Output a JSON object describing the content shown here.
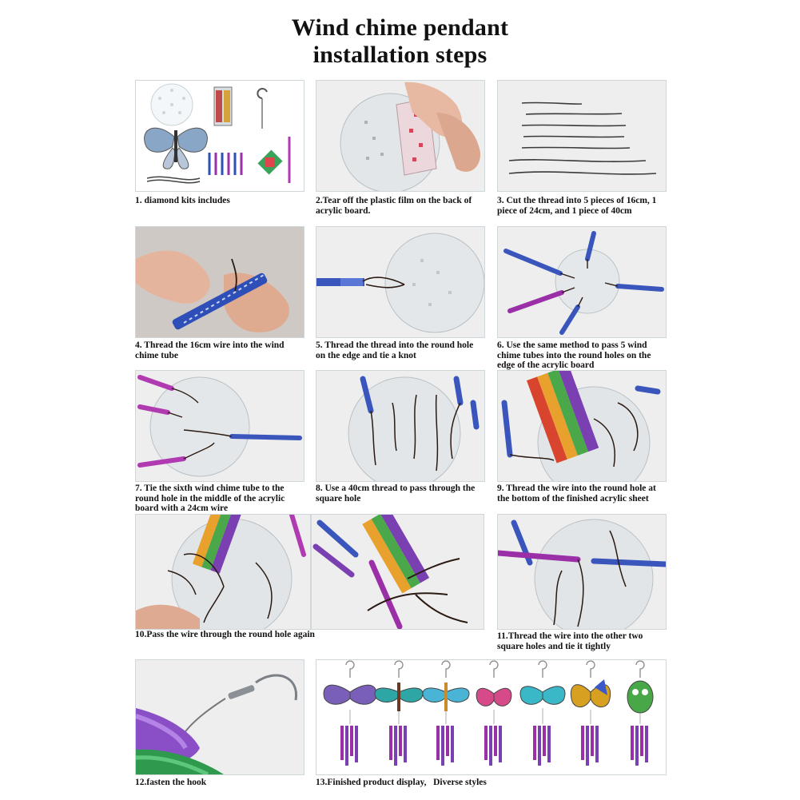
{
  "title_line1": "Wind chime pendant",
  "title_line2": "installation steps",
  "steps": [
    {
      "caption": "1. diamond kits includes"
    },
    {
      "caption": "2.Tear off the plastic film on the back of acrylic board."
    },
    {
      "caption": "3. Cut the thread into 5 pieces of 16cm, 1 piece of 24cm, and 1 piece of 40cm"
    },
    {
      "caption": "4. Thread the 16cm wire into the wind chime tube"
    },
    {
      "caption": "5. Thread the thread into the round hole on the edge and tie a knot"
    },
    {
      "caption": "6. Use the same method to pass 5 wind chime tubes into the round holes on the edge of the acrylic board"
    },
    {
      "caption": "7. Tie the sixth wind chime tube to the round hole in the middle of the acrylic board with a 24cm wire"
    },
    {
      "caption": "8. Use a 40cm thread to pass through the square hole"
    },
    {
      "caption": "9. Thread the wire into the round hole at the bottom of the finished acrylic sheet"
    },
    {
      "caption": "10.Pass the wire through the round hole again"
    },
    {
      "caption": "11.Thread the wire into the other two square holes and tie it tightly"
    },
    {
      "caption": "12.fasten the hook"
    },
    {
      "caption": "13.Finished product display,   Diverse styles"
    }
  ],
  "colors": {
    "panel_bg": "#eeeeee",
    "panel_border": "#cfd7da",
    "tube_blue": "#2e4fb8",
    "tube_purple": "#9b2fa8",
    "thread": "#3b2418"
  }
}
